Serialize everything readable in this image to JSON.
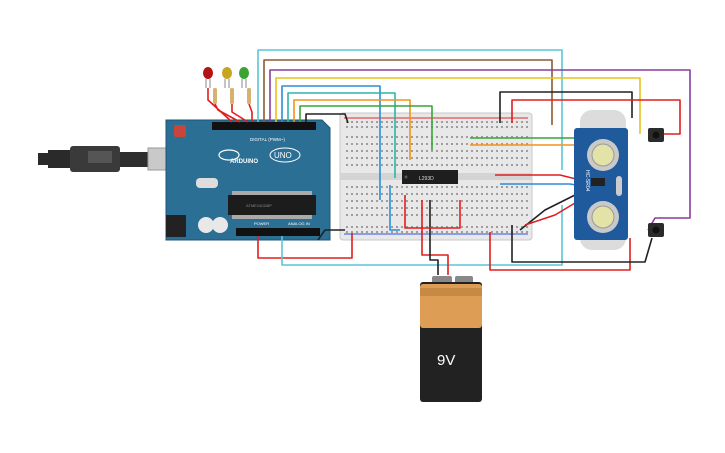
{
  "arduino": {
    "brand": "ARDUINO",
    "model": "UNO",
    "digital_header": "DIGITAL (PWM~)",
    "power_header": "POWER",
    "analog_header": "ANALOG IN",
    "ic_label": "ATMEGA328P"
  },
  "chip": {
    "label": "L293D"
  },
  "sensor": {
    "label": "HC-SR04"
  },
  "battery": {
    "label": "9V"
  },
  "leds": [
    {
      "color": "#b01414"
    },
    {
      "color": "#c6a520"
    },
    {
      "color": "#3aa332"
    }
  ],
  "wire_colors": {
    "red": "#e01e1e",
    "black": "#222222",
    "cyan": "#58c7d6",
    "blue": "#2a8ed6",
    "green": "#3aa33a",
    "orange": "#f29318",
    "yellow": "#e8c21a",
    "purple": "#8a3c9c",
    "brown": "#8b5a33",
    "teal": "#2bb5a8"
  }
}
